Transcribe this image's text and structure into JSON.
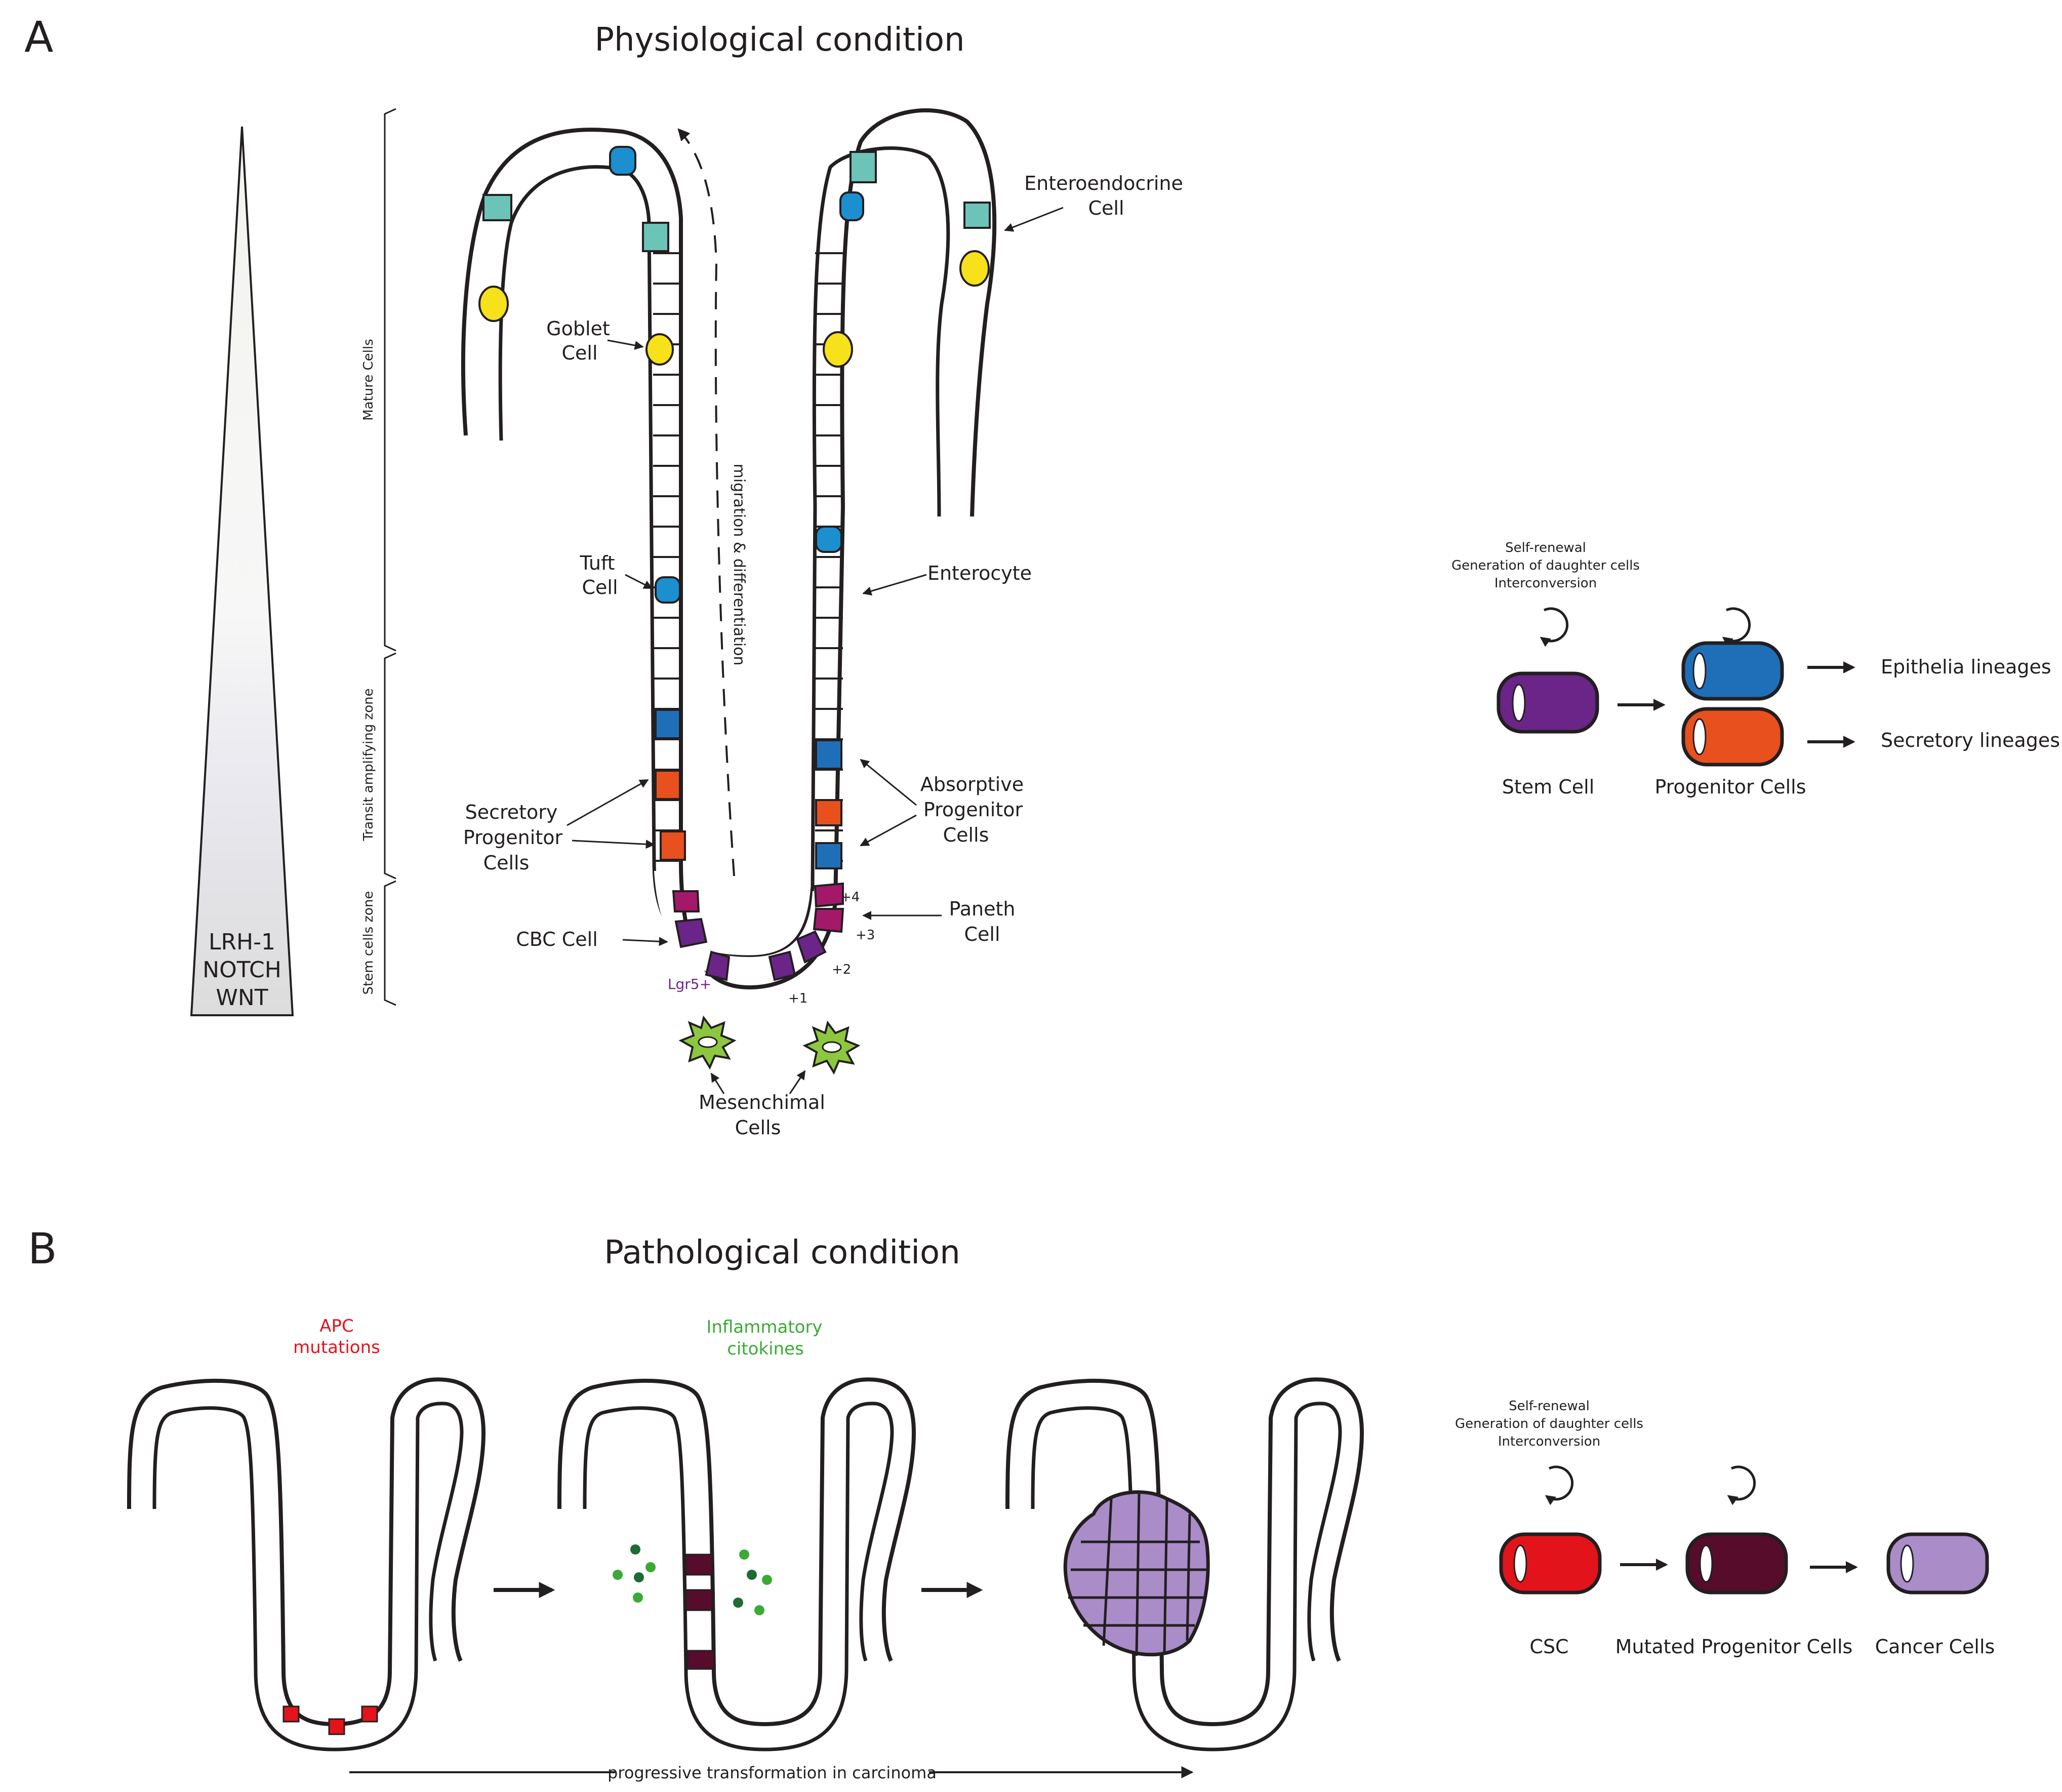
{
  "panel_a": {
    "letter": "A",
    "title": "Physiological condition",
    "gradient_labels": [
      "LRH-1",
      "NOTCH",
      "WNT"
    ],
    "zones": [
      "Mature Cells",
      "Transit amplifying zone",
      "Stem cells zone"
    ],
    "migration_label": "migration & differentiation",
    "cell_labels": {
      "goblet": [
        "Goblet",
        "Cell"
      ],
      "tuft": [
        "Tuft",
        "Cell"
      ],
      "secretory_progenitor": [
        "Secretory",
        "Progenitor",
        "Cells"
      ],
      "cbc": "CBC Cell",
      "lgr5": "Lgr5+",
      "enteroendocrine": [
        "Enteroendocrine",
        "Cell"
      ],
      "enterocyte": "Enterocyte",
      "absorptive_progenitor": [
        "Absorptive",
        "Progenitor",
        "Cells"
      ],
      "paneth": [
        "Paneth",
        "Cell"
      ],
      "mesenchimal": [
        "Mesenchimal",
        "Cells"
      ]
    },
    "positions": [
      "+4",
      "+3",
      "+2",
      "+1"
    ],
    "hierarchy": {
      "header": [
        "Self-renewal",
        "Generation of daughter cells",
        "Interconversion"
      ],
      "stem_label": "Stem Cell",
      "progenitor_label": "Progenitor Cells",
      "epithelia": "Epithelia lineages",
      "secretory": "Secretory lineages"
    }
  },
  "panel_b": {
    "letter": "B",
    "title": "Pathological condition",
    "apc": [
      "APC",
      "mutations"
    ],
    "inflammatory": [
      "Inflammatory",
      "citokines"
    ],
    "progression": "progressive transformation in carcinoma",
    "hierarchy": {
      "header": [
        "Self-renewal",
        "Generation of daughter cells",
        "Interconversion"
      ],
      "csc": "CSC",
      "mutated": "Mutated Progenitor Cells",
      "cancer": "Cancer Cells"
    }
  },
  "colors": {
    "stem": "#6b2487",
    "absorptive": "#1f6fb8",
    "secretory": "#e8501e",
    "enteroendocrine": "#6cc3b8",
    "goblet": "#f6e11b",
    "tuft": "#1b8fcf",
    "paneth": "#a4186a",
    "mesenchimal": "#8dc63f",
    "csc": "#e3131b",
    "mutated": "#560c2a",
    "cancer": "#a98cc8",
    "red_label": "#e3131b",
    "green_label": "#3aaa35"
  }
}
